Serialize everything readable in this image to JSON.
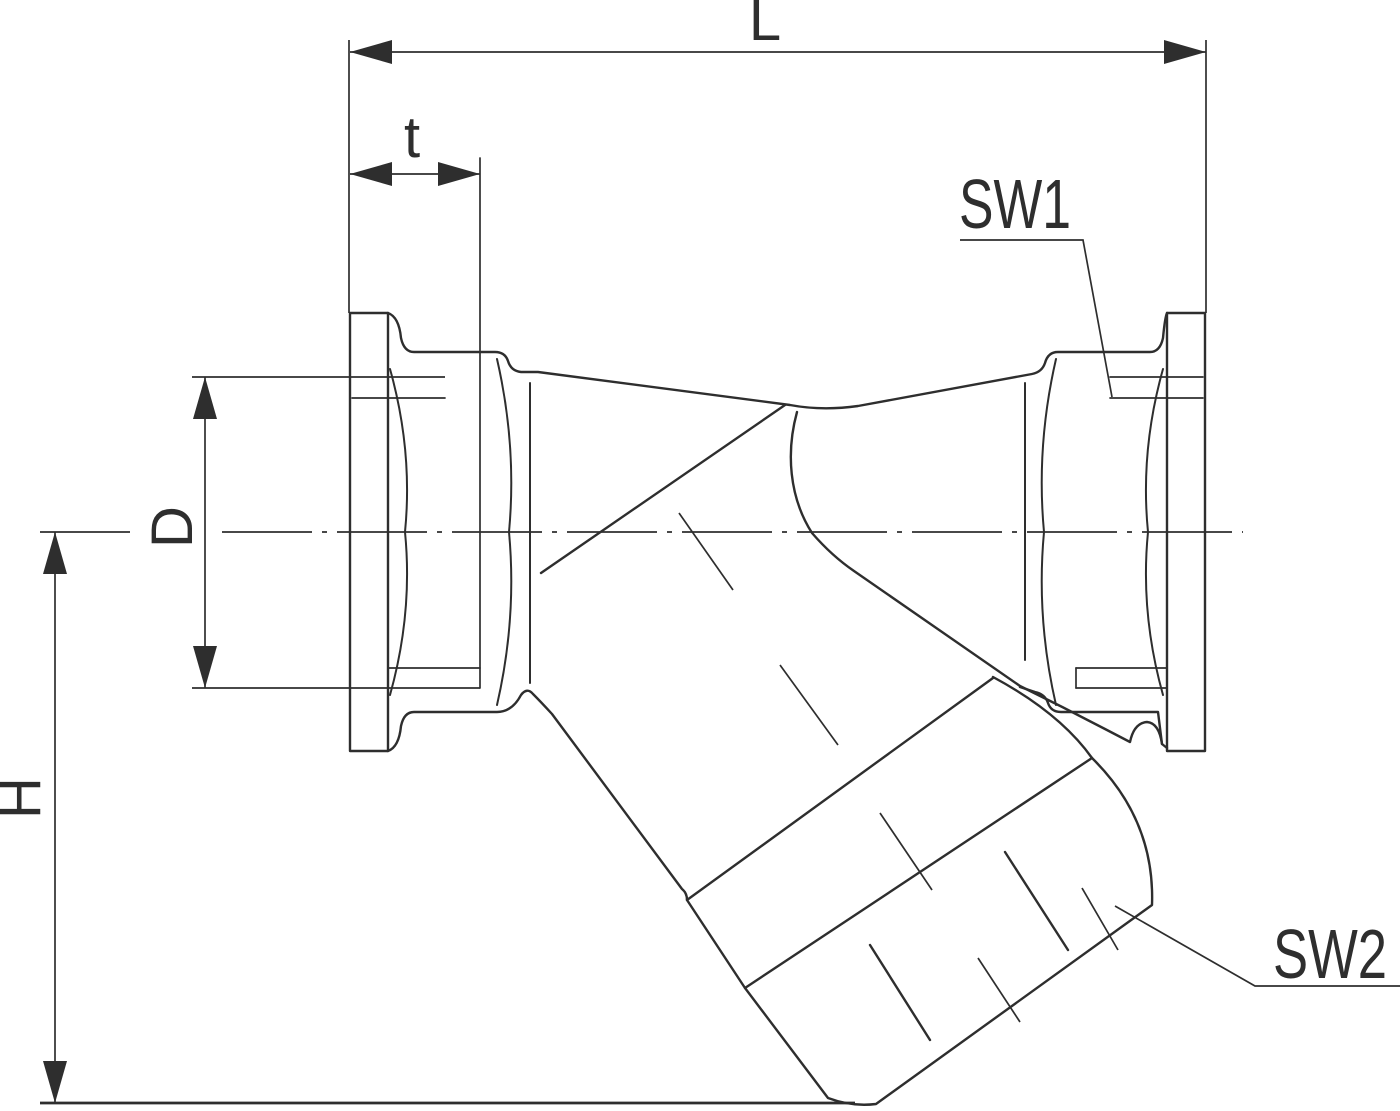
{
  "drawing": {
    "background_color": "#ffffff",
    "line_color": "#2e2e2e",
    "labels": {
      "overall_length": "L",
      "thread_depth": "t",
      "diameter": "D",
      "overall_height": "H",
      "wrench_size_1": "SW1",
      "wrench_size_2": "SW2"
    }
  }
}
